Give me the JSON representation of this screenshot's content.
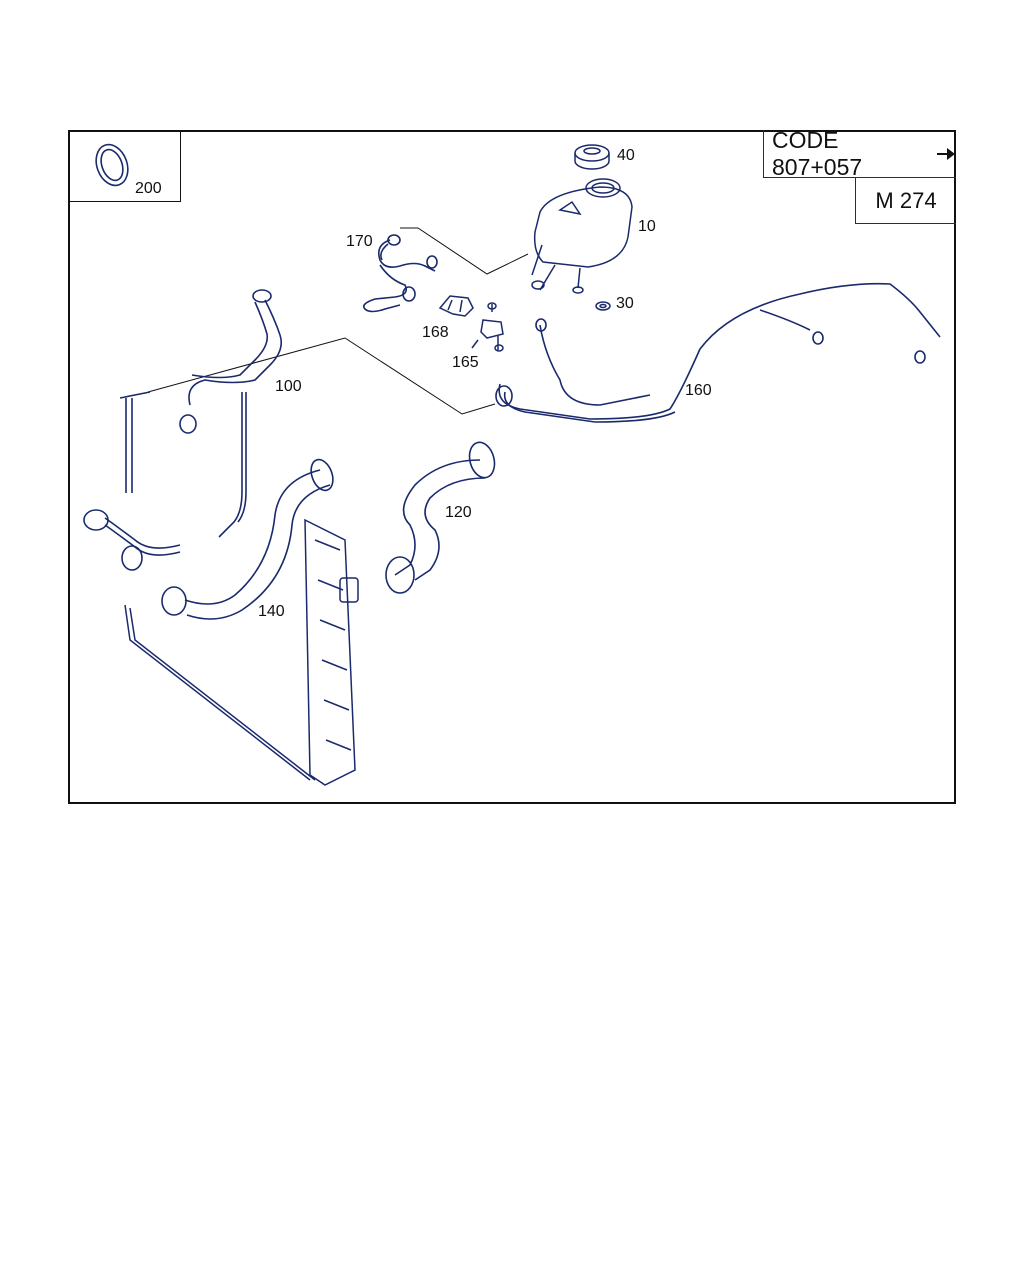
{
  "header": {
    "code_label": "CODE 807+057",
    "engine_label": "M 274"
  },
  "callouts": {
    "seal": "200",
    "cap": "40",
    "tank": "10",
    "grommet": "30",
    "line_170": "170",
    "bracket_168": "168",
    "tee_165": "165",
    "hose_100": "100",
    "line_160": "160",
    "hose_120": "120",
    "hose_140": "140"
  },
  "icons": {
    "arrow": "right-arrow-icon",
    "seal": "o-ring-seal-icon"
  },
  "colors": {
    "ink": "#111111",
    "accent": "#1a2a6c"
  }
}
